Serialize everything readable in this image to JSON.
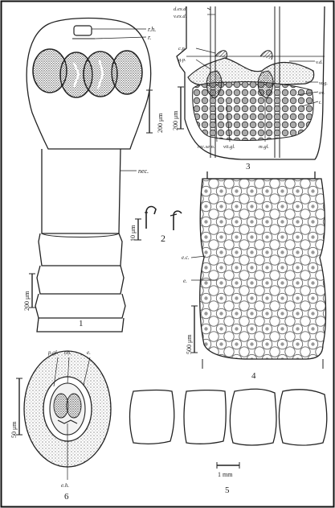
{
  "figure": {
    "fig1": {
      "number": "1",
      "labels": {
        "r_h": "r.h.",
        "r": "r.",
        "nec": "nec.",
        "scale_top": "200 μm",
        "scale_bottom": "200 μm"
      }
    },
    "fig2": {
      "number": "2",
      "labels": {
        "scale": "10 μm"
      }
    },
    "fig3": {
      "number": "3",
      "labels": {
        "d_ex_d": "d.ex.d.",
        "v_ex_d": "v.ex.d.",
        "c_p": "c.p.",
        "g_p": "g.p.",
        "v_d": "v.d.",
        "vag": "vag.",
        "ov": "ov.",
        "t": "t.",
        "rec_sem": "rec.sem.",
        "vit_gl": "vit.gl.",
        "m_gl": "m.gl.",
        "scale": "200 μm"
      }
    },
    "fig4": {
      "number": "4",
      "labels": {
        "e_c": "e.c.",
        "e": "e.",
        "scale": "500 μm"
      }
    },
    "fig5": {
      "number": "5",
      "labels": {
        "scale": "1 mm"
      }
    },
    "fig6": {
      "number": "6",
      "labels": {
        "p_gl": "p.gl.",
        "on": "on.",
        "e": "e.",
        "e_h": "e.h.",
        "scale": "50 μm"
      }
    }
  }
}
